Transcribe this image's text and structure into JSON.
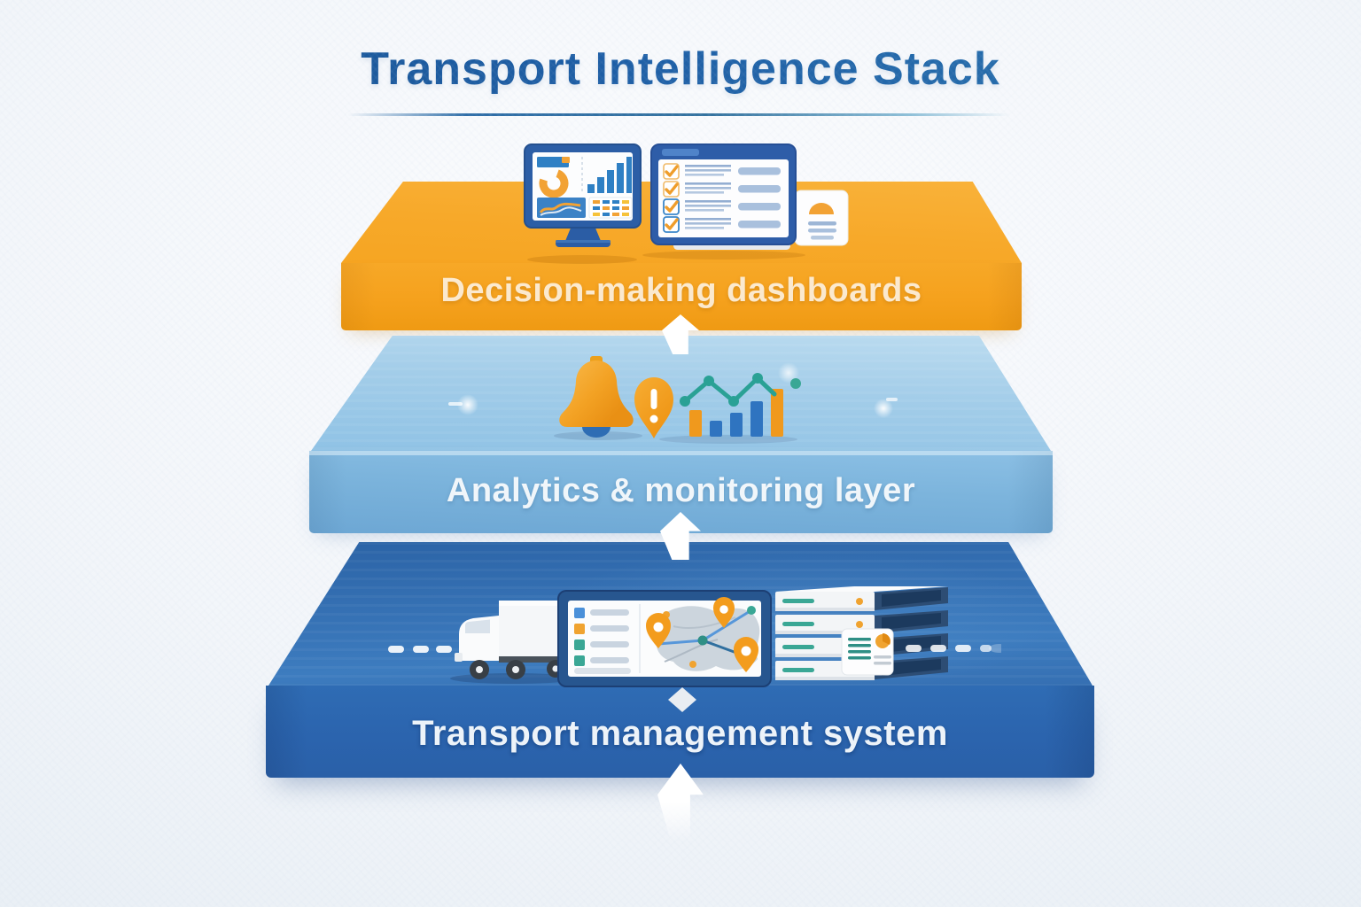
{
  "title": {
    "text": "Transport Intelligence Stack",
    "color": "#1c5ba2"
  },
  "divider_color": "#2f6ea8",
  "background_color": "#f3f6fa",
  "arrow_color": "#ffffff",
  "layers": [
    {
      "id": "dashboards",
      "label": "Decision-making dashboards",
      "top_color": "#f8b13a",
      "front_color": "#f5a120",
      "icons": [
        "dashboard-monitor-icon",
        "checklist-screen-icon",
        "summary-card-icon"
      ]
    },
    {
      "id": "analytics",
      "label": "Analytics & monitoring layer",
      "top_color": "#a3cde9",
      "front_color": "#7cb4dc",
      "icons": [
        "alert-bell-icon",
        "alert-pin-icon",
        "trend-line-chart-icon",
        "bar-chart-icon"
      ]
    },
    {
      "id": "tms",
      "label": "Transport management system",
      "top_color": "#346fb2",
      "front_color": "#2b64ae",
      "icons": [
        "truck-icon",
        "route-dashes-icon",
        "route-map-screen-icon",
        "map-pin-icon",
        "server-rack-icon",
        "document-icon",
        "diamond-marker-icon"
      ]
    }
  ],
  "connectors": [
    {
      "type": "up-arrow",
      "position": "between-analytics-and-dashboards"
    },
    {
      "type": "up-arrow",
      "position": "between-tms-and-analytics"
    },
    {
      "type": "up-arrow",
      "position": "below-tms"
    }
  ]
}
